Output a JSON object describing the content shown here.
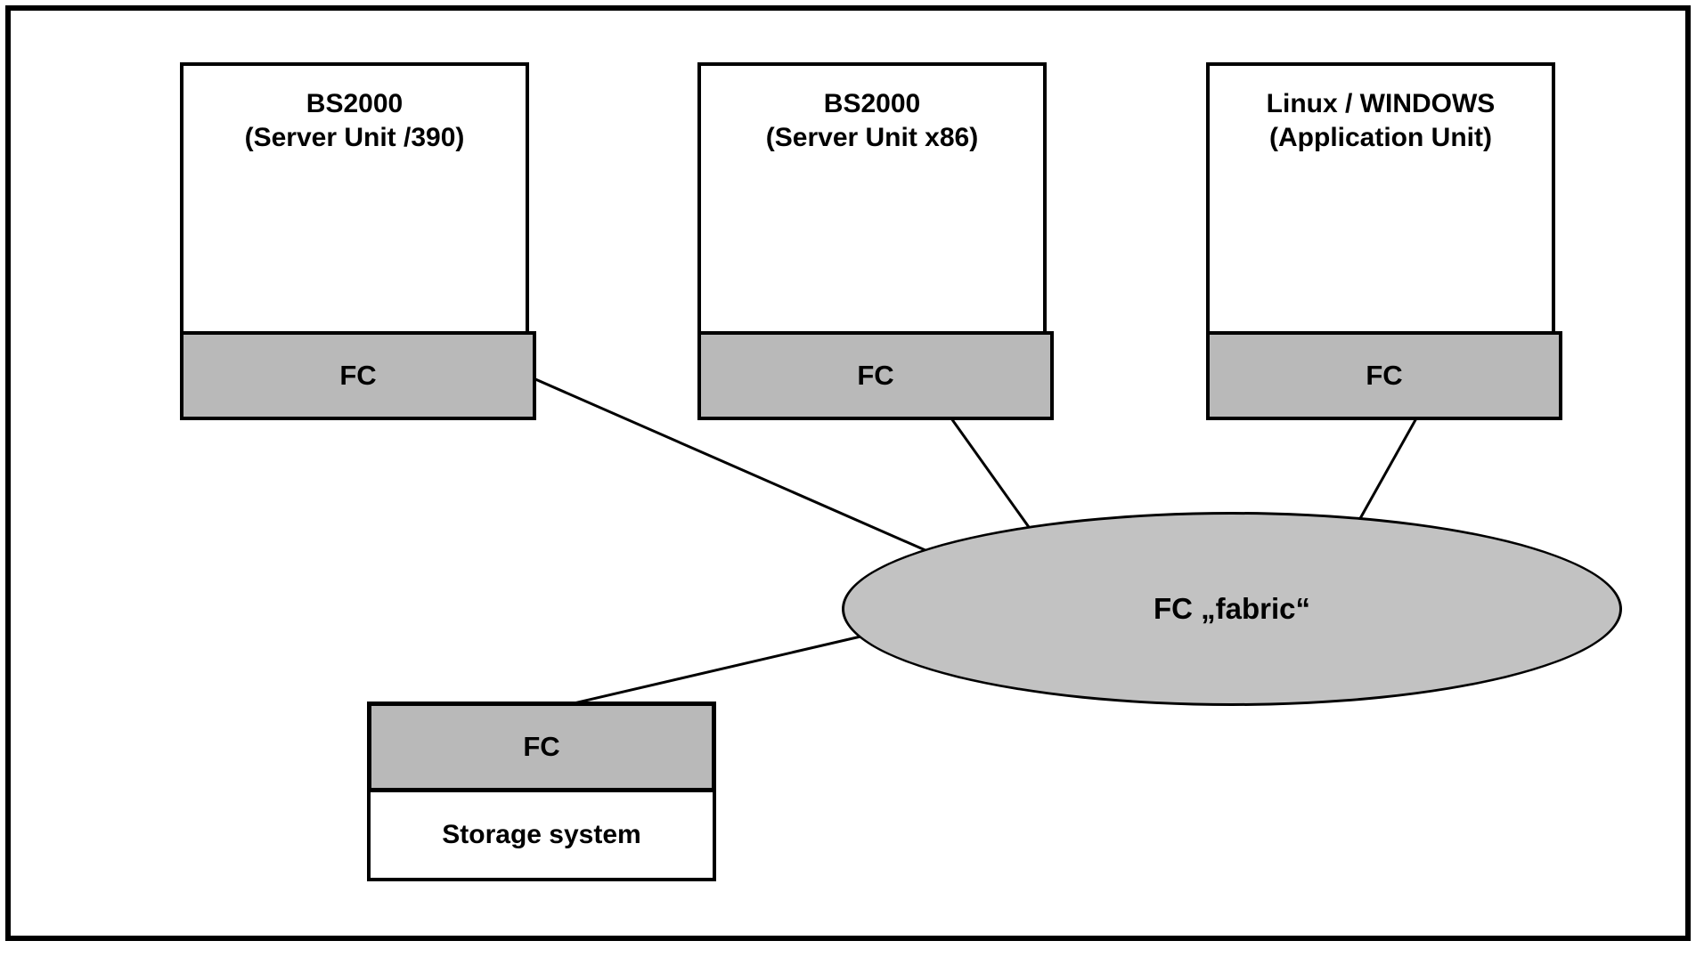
{
  "colors": {
    "port-fill": "#b9b9b9",
    "fabric-fill": "#c2c2c2",
    "line-color": "#000000"
  },
  "diagram": {
    "servers": [
      {
        "title_line1": "BS2000",
        "title_line2": "(Server Unit /390)",
        "port_label": "FC"
      },
      {
        "title_line1": "BS2000",
        "title_line2": "(Server Unit x86)",
        "port_label": "FC"
      },
      {
        "title_line1": "Linux / WINDOWS",
        "title_line2": "(Application Unit)",
        "port_label": "FC"
      }
    ],
    "fabric_label": "FC „fabric“",
    "storage": {
      "port_label": "FC",
      "label": "Storage system"
    }
  }
}
